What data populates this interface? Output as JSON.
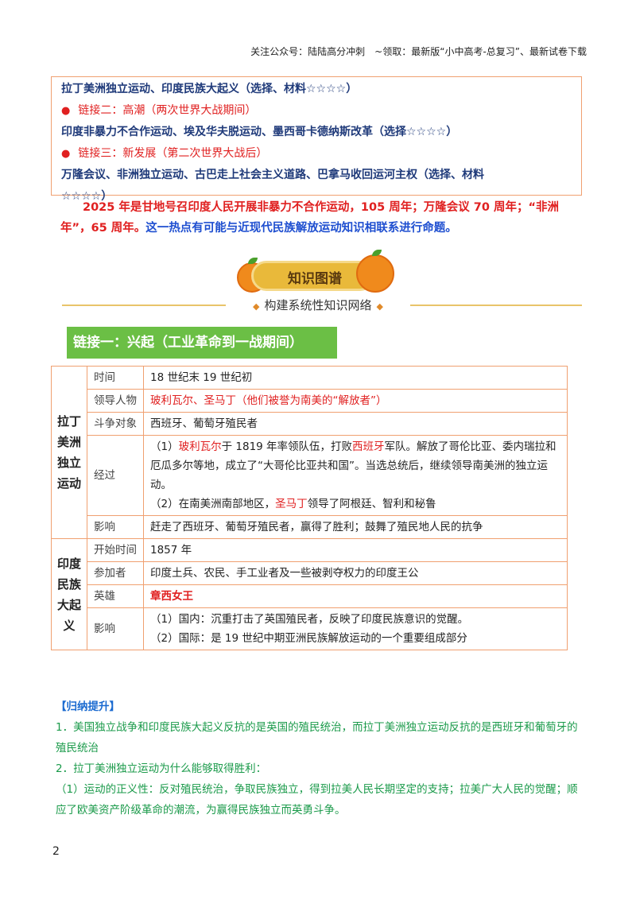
{
  "header": {
    "note": "关注公众号：陆陆高分冲刺　~领取：最新版“小中高考-总复习”、最新试卷下载"
  },
  "top_box": {
    "line1": "拉丁美洲独立运动、印度民族大起义（选择、材料☆☆☆☆）",
    "link2_label": "链接二：高潮（两次世界大战期间）",
    "line3": "印度非暴力不合作运动、埃及华夫脱运动、墨西哥卡德纳斯改革（选择☆☆☆☆）",
    "link3_label": "链接三：新发展（第二次世界大战后）",
    "line5": "万隆会议、非洲独立运动、古巴走上社会主义道路、巴拿马收回运河主权（选择、材料",
    "line6": "☆☆☆☆）"
  },
  "intro": {
    "part1": "2025 年是甘地号召印度人民开展非暴力不合作运动，105 周年；万隆会议 70 周年；“非洲年”，65 周年。",
    "part2": "这一热点有可能与近现代民族解放运动知识相联系进行命题。"
  },
  "banner": {
    "title": "知识图谱",
    "subtitle": "构建系统性知识网络"
  },
  "section_title": "链接一：兴起（工业革命到一战期间）",
  "table": {
    "latin": {
      "head": "拉丁美洲独立运动",
      "time_label": "时间",
      "time_value": "18 世纪末 19 世纪初",
      "leader_label": "领导人物",
      "leader_value": "玻利瓦尔、圣马丁（他们被誉为南美的“解放者”）",
      "target_label": "斗争对象",
      "target_value": "西班牙、葡萄牙殖民者",
      "process_label": "经过",
      "process_p1_a": "（1）",
      "process_p1_name": "玻利瓦尔",
      "process_p1_b": "于 1819 年率领队伍，打败",
      "process_p1_spain": "西班牙",
      "process_p1_c": "军队。解放了哥伦比亚、委内瑞拉和厄瓜多尔等地，成立了“大哥伦比亚共和国”。当选总统后，继续领导南美洲的独立运动。",
      "process_p2_a": "（2）在南美洲南部地区，",
      "process_p2_name": "圣马丁",
      "process_p2_b": "领导了阿根廷、智利和秘鲁",
      "impact_label": "影响",
      "impact_value": "赶走了西班牙、葡萄牙殖民者，赢得了胜利；鼓舞了殖民地人民的抗争"
    },
    "india": {
      "head": "印度民族大起义",
      "start_label": "开始时间",
      "start_value": "1857 年",
      "participants_label": "参加者",
      "participants_value": "印度土兵、农民、手工业者及一些被剥夺权力的印度王公",
      "hero_label": "英雄",
      "hero_value": "章西女王",
      "impact_label": "影响",
      "impact_1": "（1）国内：沉重打击了英国殖民者，反映了印度民族意识的觉醒。",
      "impact_2": "（2）国际：是 19 世纪中期亚洲民族解放运动的一个重要组成部分"
    }
  },
  "summary": {
    "head": "【归纳提升】",
    "p1": "1．美国独立战争和印度民族大起义反抗的是英国的殖民统治，而拉丁美洲独立运动反抗的是西班牙和葡萄牙的殖民统治",
    "p2": "2．拉丁美洲独立运动为什么能够取得胜利：",
    "p3": "（1）运动的正义性：反对殖民统治，争取民族独立，得到拉美人民长期坚定的支持；拉美广大人民的觉醒；顺应了欧美资产阶级革命的潮流，为赢得民族独立而英勇斗争。"
  },
  "page_number": "2"
}
